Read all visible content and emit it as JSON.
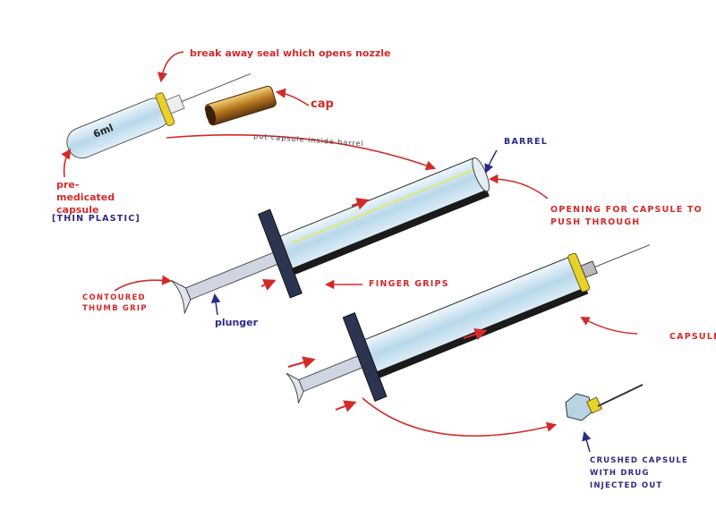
{
  "title": "Pre-medicated capsule syringe concept sketch",
  "capsule_marking": "6ml",
  "labels": {
    "break_away_seal": "break away seal which opens nozzle",
    "cap": "cap",
    "pre_medicated_capsule": "pre-medicated capsule",
    "thin_plastic": "[THIN PLASTIC]",
    "put_capsule": "put capsule inside barrel",
    "barrel": "BARREL",
    "opening": "OPENING FOR CAPSULE TO PUSH THROUGH",
    "contoured_thumb_grip": "CONTOURED THUMB GRIP",
    "plunger": "plunger",
    "finger_grips": "FINGER GRIPS",
    "capsule": "CAPSULE",
    "crushed_capsule": "CRUSHED CAPSULE WITH DRUG INJECTED OUT"
  },
  "colors": {
    "annotation_red": "#d42a2a",
    "annotation_blue": "#2b2b85",
    "grip": "#2c3550",
    "seal": "#e8d22a"
  }
}
